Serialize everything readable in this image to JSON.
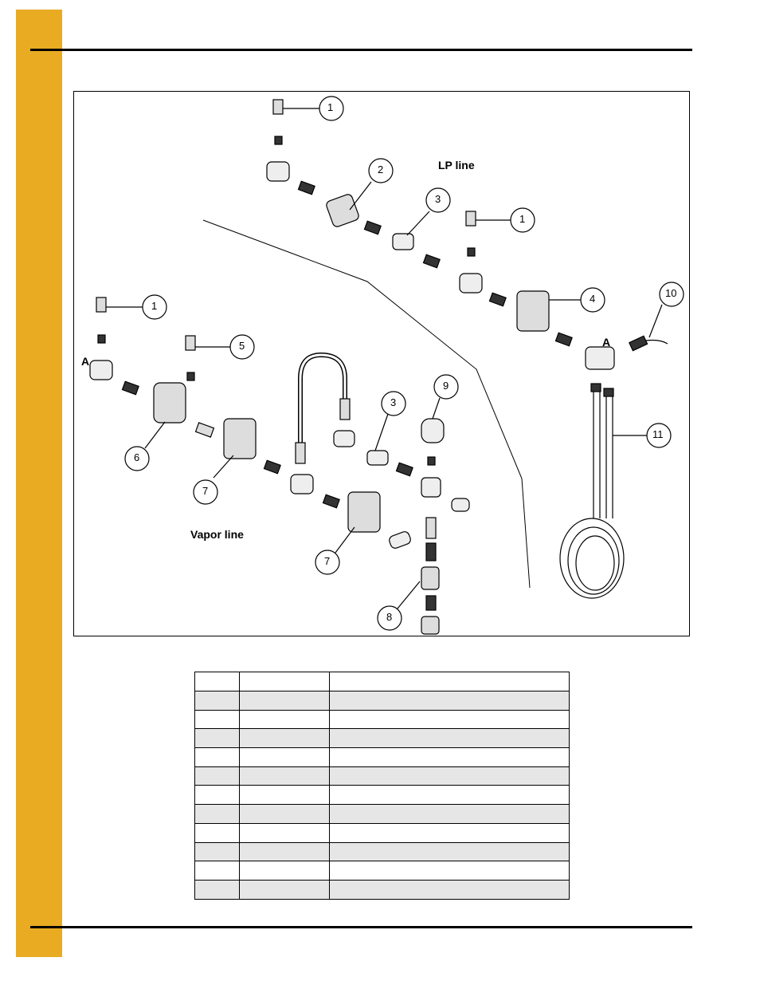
{
  "figure": {
    "labels": {
      "lp_line": "LP line",
      "vapor_line": "Vapor line",
      "a_left": "A",
      "a_right": "A"
    },
    "callouts": [
      "1",
      "2",
      "3",
      "1",
      "4",
      "10",
      "1",
      "5",
      "3",
      "9",
      "6",
      "7",
      "11",
      "7",
      "8"
    ]
  },
  "table": {
    "headers": [
      "",
      "",
      ""
    ],
    "rows": [
      [
        "",
        "",
        ""
      ],
      [
        "",
        "",
        ""
      ],
      [
        "",
        "",
        ""
      ],
      [
        "",
        "",
        ""
      ],
      [
        "",
        "",
        ""
      ],
      [
        "",
        "",
        ""
      ],
      [
        "",
        "",
        ""
      ],
      [
        "",
        "",
        ""
      ],
      [
        "",
        "",
        ""
      ],
      [
        "",
        "",
        ""
      ],
      [
        "",
        "",
        ""
      ]
    ]
  }
}
